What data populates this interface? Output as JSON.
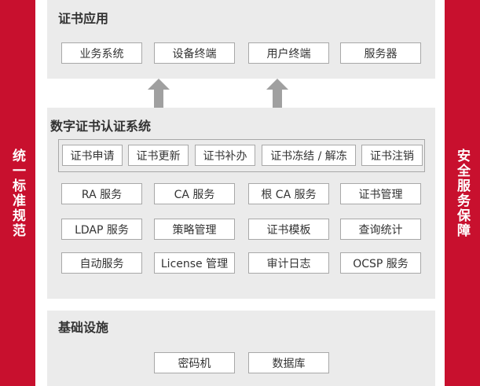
{
  "side": {
    "left": "统一标准规范",
    "right": "安全服务保障"
  },
  "app": {
    "title": "证书应用",
    "items": [
      "业务系统",
      "设备终端",
      "用户终端",
      "服务器"
    ]
  },
  "core": {
    "title": "数字证书认证系统",
    "lifecycle": [
      "证书申请",
      "证书更新",
      "证书补办",
      "证书冻结 / 解冻",
      "证书注销"
    ],
    "services": [
      [
        "RA 服务",
        "CA 服务",
        "根 CA 服务",
        "证书管理"
      ],
      [
        "LDAP 服务",
        "策略管理",
        "证书模板",
        "查询统计"
      ],
      [
        "自动服务",
        "License 管理",
        "审计日志",
        "OCSP 服务"
      ]
    ]
  },
  "infra": {
    "title": "基础设施",
    "items": [
      "密码机",
      "数据库"
    ]
  },
  "colors": {
    "accent": "#c8102e",
    "panel": "#ebebeb",
    "border": "#a8a8a8",
    "arrow": "#a0a0a0"
  }
}
